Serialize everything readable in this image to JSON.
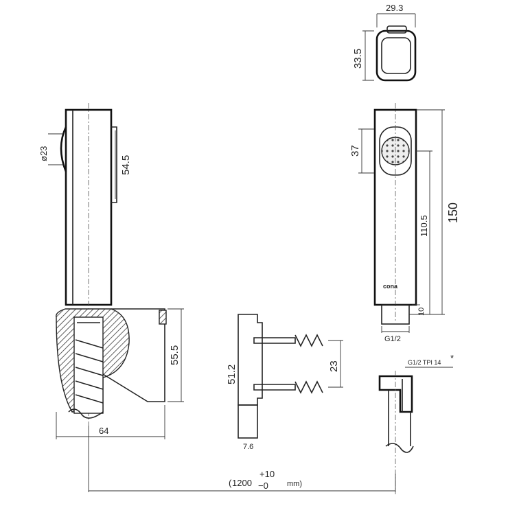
{
  "title": "Hand shower technical drawing",
  "units": "mm",
  "top_view": {
    "width": "29.3",
    "height": "33.5"
  },
  "side_view": {
    "head_diameter": "ø23",
    "button_length": "54.5",
    "holder_height": "55.5",
    "holder_width": "64"
  },
  "front_view": {
    "head_height": "37",
    "center_to_bottom": "110.5",
    "total_height": "150",
    "thread_length": "10",
    "thread": "G1/2",
    "logo": "cona"
  },
  "bracket": {
    "height": "51.2",
    "screw_spacing": "23",
    "thickness": "7.6"
  },
  "hose_fitting": {
    "thread": "G1/2 TPI 14",
    "note_mark": "*"
  },
  "hose_length": {
    "open": "(",
    "value": "1200",
    "tol_plus": "+10",
    "tol_minus": "−0",
    "unit": "mm)"
  }
}
